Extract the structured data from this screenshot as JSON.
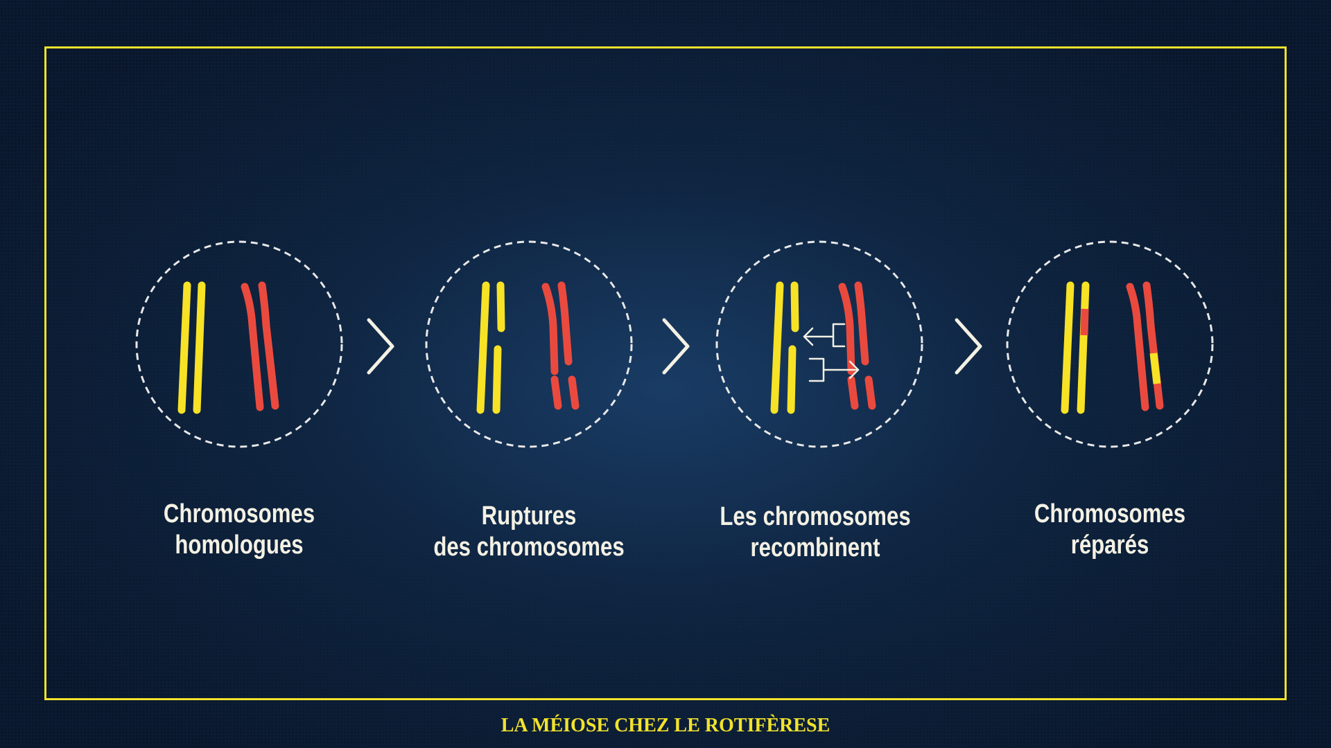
{
  "title": "LA MÉIOSE CHEZ LE ROTIFÈRESE",
  "colors": {
    "frame": "#f2e22c",
    "chromosome_a": "#f7e226",
    "chromosome_b": "#ea4a3e",
    "label": "#f4f1e4",
    "outline": "#e9e9e9"
  },
  "steps": [
    {
      "line1": "Chromosomes",
      "line2": "homologues"
    },
    {
      "line1": "Ruptures",
      "line2": "des chromosomes"
    },
    {
      "line1": "Les chromosomes",
      "line2": "recombinent"
    },
    {
      "line1": "Chromosomes",
      "line2": "réparés"
    }
  ],
  "icons": [
    "chevron-right-icon",
    "arrow-left-icon",
    "arrow-right-icon"
  ]
}
